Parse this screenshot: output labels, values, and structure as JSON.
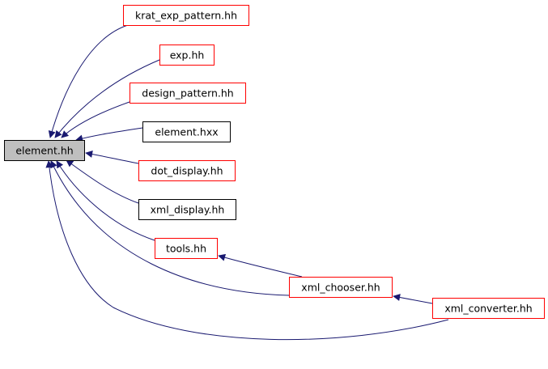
{
  "graph": {
    "nodes": [
      {
        "id": "element_hh",
        "label": "element.hh",
        "border": "#000000",
        "fill": "#bfbfbf",
        "clickable": false
      },
      {
        "id": "krat_exp_pattern_hh",
        "label": "krat_exp_pattern.hh",
        "border": "#ff0000",
        "fill": "#ffffff",
        "clickable": true
      },
      {
        "id": "exp_hh",
        "label": "exp.hh",
        "border": "#ff0000",
        "fill": "#ffffff",
        "clickable": true
      },
      {
        "id": "design_pattern_hh",
        "label": "design_pattern.hh",
        "border": "#ff0000",
        "fill": "#ffffff",
        "clickable": true
      },
      {
        "id": "element_hxx",
        "label": "element.hxx",
        "border": "#000000",
        "fill": "#ffffff",
        "clickable": true
      },
      {
        "id": "dot_display_hh",
        "label": "dot_display.hh",
        "border": "#ff0000",
        "fill": "#ffffff",
        "clickable": true
      },
      {
        "id": "xml_display_hh",
        "label": "xml_display.hh",
        "border": "#000000",
        "fill": "#ffffff",
        "clickable": true
      },
      {
        "id": "tools_hh",
        "label": "tools.hh",
        "border": "#ff0000",
        "fill": "#ffffff",
        "clickable": true
      },
      {
        "id": "xml_chooser_hh",
        "label": "xml_chooser.hh",
        "border": "#ff0000",
        "fill": "#ffffff",
        "clickable": true
      },
      {
        "id": "xml_converter_hh",
        "label": "xml_converter.hh",
        "border": "#ff0000",
        "fill": "#ffffff",
        "clickable": true
      }
    ],
    "edges": [
      {
        "from": "krat_exp_pattern_hh",
        "to": "element_hh"
      },
      {
        "from": "exp_hh",
        "to": "element_hh"
      },
      {
        "from": "design_pattern_hh",
        "to": "element_hh"
      },
      {
        "from": "element_hxx",
        "to": "element_hh"
      },
      {
        "from": "dot_display_hh",
        "to": "element_hh"
      },
      {
        "from": "xml_display_hh",
        "to": "element_hh"
      },
      {
        "from": "tools_hh",
        "to": "element_hh"
      },
      {
        "from": "xml_chooser_hh",
        "to": "element_hh"
      },
      {
        "from": "xml_converter_hh",
        "to": "element_hh"
      },
      {
        "from": "xml_chooser_hh",
        "to": "tools_hh"
      },
      {
        "from": "xml_converter_hh",
        "to": "xml_chooser_hh"
      }
    ],
    "edge_color": "#191970"
  }
}
